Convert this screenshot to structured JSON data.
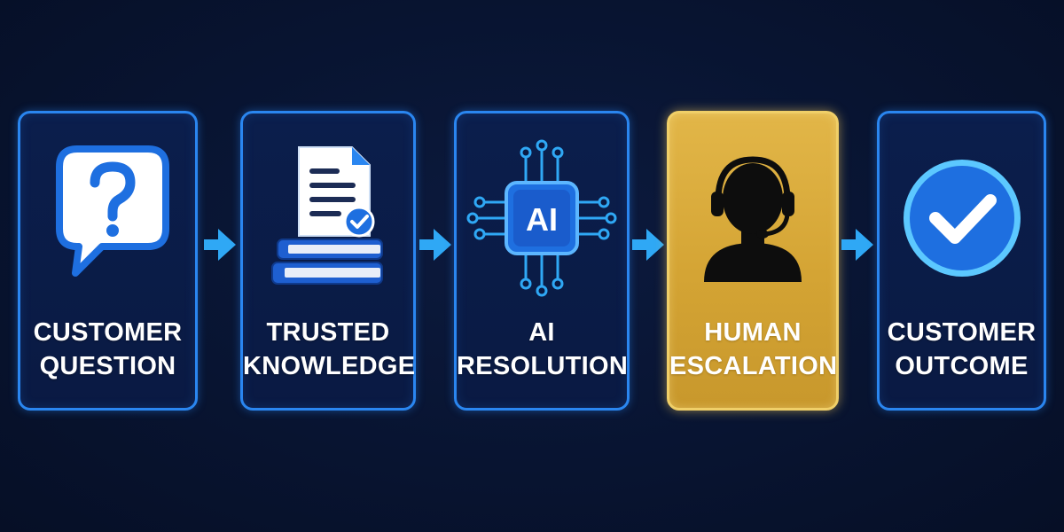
{
  "steps": [
    {
      "line1": "CUSTOMER",
      "line2": "QUESTION",
      "icon": "question-bubble-icon"
    },
    {
      "line1": "TRUSTED",
      "line2": "KNOWLEDGE",
      "icon": "document-books-icon"
    },
    {
      "line1": "AI",
      "line2": "RESOLUTION",
      "icon": "ai-chip-icon",
      "chip_text": "AI"
    },
    {
      "line1": "HUMAN",
      "line2": "ESCALATION",
      "icon": "headset-agent-icon"
    },
    {
      "line1": "CUSTOMER",
      "line2": "OUTCOME",
      "icon": "checkmark-circle-icon"
    }
  ],
  "colors": {
    "background": "#081431",
    "card_border": "#2a86f0",
    "highlight_fill": "#d4a434",
    "arrow": "#2fa8f5",
    "icon_blue": "#1e6fe0"
  }
}
